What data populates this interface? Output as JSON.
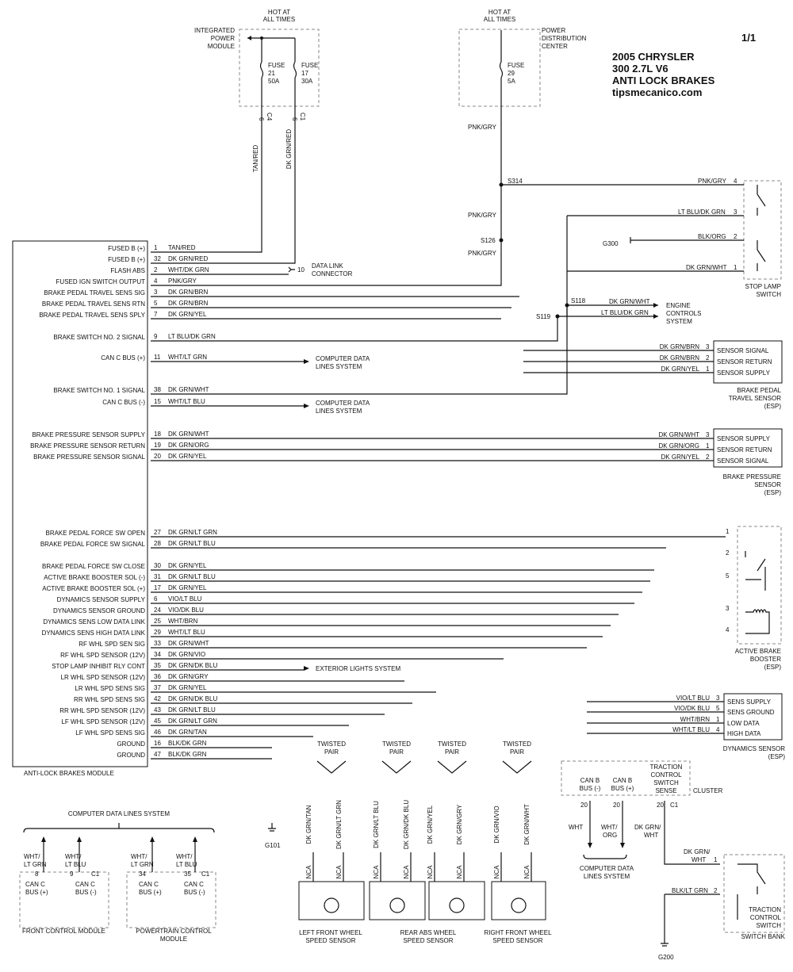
{
  "page_marker": "1/1",
  "title": [
    "2005 CHRYSLER",
    "300 2.7L V6",
    "ANTI LOCK BRAKES",
    "tipsmecanico.com"
  ],
  "power": {
    "hot_left": [
      "HOT AT",
      "ALL TIMES"
    ],
    "ipm": [
      "INTEGRATED",
      "POWER",
      "MODULE"
    ],
    "fuse21": [
      "FUSE",
      "21",
      "50A"
    ],
    "fuse17": [
      "FUSE",
      "17",
      "30A"
    ],
    "conn_c4": [
      "6",
      "C4"
    ],
    "conn_c1": [
      "6",
      "C1"
    ],
    "wire_tan_red": "TAN/RED",
    "wire_dk_grn_red": "DK GRN/RED",
    "hot_right": [
      "HOT AT",
      "ALL TIMES"
    ],
    "pdc": [
      "POWER",
      "DISTRIBUTION",
      "CENTER"
    ],
    "fuse29": [
      "FUSE",
      "29",
      "5A"
    ],
    "pnk_gry": "PNK/GRY",
    "s314": "S314",
    "s126": "S126",
    "s118": "S118",
    "s119": "S119",
    "g300": "G300"
  },
  "module": {
    "name": "ANTI-LOCK BRAKES MODULE",
    "pins": [
      {
        "label": "FUSED B (+)",
        "pin": "1",
        "wire": "TAN/RED"
      },
      {
        "label": "FUSED B (+)",
        "pin": "32",
        "wire": "DK GRN/RED"
      },
      {
        "label": "FLASH ABS",
        "pin": "2",
        "wire": "WHT/DK GRN"
      },
      {
        "label": "FUSED IGN SWITCH OUTPUT",
        "pin": "4",
        "wire": "PNK/GRY"
      },
      {
        "label": "BRAKE PEDAL TRAVEL SENS SIG",
        "pin": "3",
        "wire": "DK GRN/BRN"
      },
      {
        "label": "BRAKE PEDAL TRAVEL SENS RTN",
        "pin": "5",
        "wire": "DK GRN/BRN"
      },
      {
        "label": "BRAKE PEDAL TRAVEL SENS SPLY",
        "pin": "7",
        "wire": "DK GRN/YEL"
      },
      {
        "label": "BRAKE SWITCH NO. 2 SIGNAL",
        "pin": "9",
        "wire": "LT BLU/DK GRN"
      },
      {
        "label": "CAN C BUS (+)",
        "pin": "11",
        "wire": "WHT/LT GRN"
      },
      {
        "label": "BRAKE SWITCH NO. 1 SIGNAL",
        "pin": "38",
        "wire": "DK GRN/WHT"
      },
      {
        "label": "CAN C BUS (-)",
        "pin": "15",
        "wire": "WHT/LT BLU"
      },
      {
        "label": "BRAKE PRESSURE SENSOR SUPPLY",
        "pin": "18",
        "wire": "DK GRN/WHT"
      },
      {
        "label": "BRAKE PRESSURE SENSOR RETURN",
        "pin": "19",
        "wire": "DK GRN/ORG"
      },
      {
        "label": "BRAKE PRESSURE SENSOR SIGNAL",
        "pin": "20",
        "wire": "DK GRN/YEL"
      },
      {
        "label": "BRAKE PEDAL FORCE SW OPEN",
        "pin": "27",
        "wire": "DK GRN/LT GRN"
      },
      {
        "label": "BRAKE PEDAL FORCE SW SIGNAL",
        "pin": "28",
        "wire": "DK GRN/LT BLU"
      },
      {
        "label": "BRAKE PEDAL FORCE SW CLOSE",
        "pin": "30",
        "wire": "DK GRN/YEL"
      },
      {
        "label": "ACTIVE BRAKE BOOSTER SOL (-)",
        "pin": "31",
        "wire": "DK GRN/LT BLU"
      },
      {
        "label": "ACTIVE BRAKE BOOSTER SOL (+)",
        "pin": "17",
        "wire": "DK GRN/YEL"
      },
      {
        "label": "DYNAMICS SENSOR SUPPLY",
        "pin": "6",
        "wire": "VIO/LT BLU"
      },
      {
        "label": "DYNAMICS SENSOR GROUND",
        "pin": "24",
        "wire": "VIO/DK BLU"
      },
      {
        "label": "DYNAMICS SENS LOW DATA LINK",
        "pin": "25",
        "wire": "WHT/BRN"
      },
      {
        "label": "DYNAMICS SENS HIGH DATA LINK",
        "pin": "29",
        "wire": "WHT/LT BLU"
      },
      {
        "label": "RF WHL SPD SEN SIG",
        "pin": "33",
        "wire": "DK GRN/WHT"
      },
      {
        "label": "RF WHL SPD SENSOR (12V)",
        "pin": "34",
        "wire": "DK GRN/VIO"
      },
      {
        "label": "STOP LAMP INHIBIT RLY CONT",
        "pin": "35",
        "wire": "DK GRN/DK BLU"
      },
      {
        "label": "LR WHL SPD SENSOR (12V)",
        "pin": "36",
        "wire": "DK GRN/GRY"
      },
      {
        "label": "LR WHL SPD SENS SIG",
        "pin": "37",
        "wire": "DK GRN/YEL"
      },
      {
        "label": "RR WHL SPD SENS SIG",
        "pin": "42",
        "wire": "DK GRN/DK BLU"
      },
      {
        "label": "RR WHL SPD SENSOR (12V)",
        "pin": "43",
        "wire": "DK GRN/LT BLU"
      },
      {
        "label": "LF WHL SPD SENSOR (12V)",
        "pin": "45",
        "wire": "DK GRN/LT GRN"
      },
      {
        "label": "LF WHL SPD SENS SIG",
        "pin": "46",
        "wire": "DK GRN/TAN"
      },
      {
        "label": "GROUND",
        "pin": "16",
        "wire": "BLK/DK GRN"
      },
      {
        "label": "GROUND",
        "pin": "47",
        "wire": "BLK/DK GRN"
      }
    ]
  },
  "dlc": {
    "pin": "10",
    "label": [
      "DATA LINK",
      "CONNECTOR"
    ]
  },
  "cdl1": [
    "COMPUTER DATA",
    "LINES SYSTEM"
  ],
  "cdl2": [
    "COMPUTER DATA",
    "LINES SYSTEM"
  ],
  "ecs": {
    "wires": [
      "DK GRN/WHT",
      "LT BLU/DK GRN"
    ],
    "label": [
      "ENGINE",
      "CONTROLS",
      "SYSTEM"
    ]
  },
  "ext_lights": "EXTERIOR LIGHTS SYSTEM",
  "stop_lamp": {
    "pins": [
      {
        "wire": "PNK/GRY",
        "pin": "4"
      },
      {
        "wire": "LT BLU/DK GRN",
        "pin": "3"
      },
      {
        "wire": "BLK/ORG",
        "pin": "2"
      },
      {
        "wire": "DK GRN/WHT",
        "pin": "1"
      }
    ],
    "label": [
      "STOP LAMP",
      "SWITCH"
    ]
  },
  "travel_sensor": {
    "pins": [
      {
        "wire": "DK GRN/BRN",
        "pin": "3",
        "fn": "SENSOR SIGNAL"
      },
      {
        "wire": "DK GRN/BRN",
        "pin": "2",
        "fn": "SENSOR RETURN"
      },
      {
        "wire": "DK GRN/YEL",
        "pin": "1",
        "fn": "SENSOR SUPPLY"
      }
    ],
    "label": [
      "BRAKE PEDAL",
      "TRAVEL SENSOR",
      "(ESP)"
    ]
  },
  "pressure_sensor": {
    "pins": [
      {
        "wire": "DK GRN/WHT",
        "pin": "3",
        "fn": "SENSOR SUPPLY"
      },
      {
        "wire": "DK GRN/ORG",
        "pin": "1",
        "fn": "SENSOR RETURN"
      },
      {
        "wire": "DK GRN/YEL",
        "pin": "2",
        "fn": "SENSOR SIGNAL"
      }
    ],
    "label": [
      "BRAKE PRESSURE",
      "SENSOR",
      "(ESP)"
    ]
  },
  "booster": {
    "pins": [
      "1",
      "2",
      "5",
      "3",
      "4"
    ],
    "label": [
      "ACTIVE BRAKE",
      "BOOSTER",
      "(ESP)"
    ]
  },
  "dynamics": {
    "pins": [
      {
        "wire": "VIO/LT BLU",
        "pin": "3",
        "fn": "SENS SUPPLY"
      },
      {
        "wire": "VIO/DK BLU",
        "pin": "5",
        "fn": "SENS GROUND"
      },
      {
        "wire": "WHT/BRN",
        "pin": "1",
        "fn": "LOW DATA"
      },
      {
        "wire": "WHT/LT BLU",
        "pin": "4",
        "fn": "HIGH DATA"
      }
    ],
    "label": [
      "DYNAMICS SENSOR",
      "(ESP)"
    ]
  },
  "twisted": [
    "TWISTED",
    "PAIR"
  ],
  "wheel_sensors": [
    {
      "name": [
        "LEFT FRONT WHEEL",
        "SPEED SENSOR"
      ],
      "w2": "DK GRN/TAN",
      "w1": "DK GRN/LT GRN"
    },
    {
      "name": [
        "REAR ABS WHEEL",
        "SPEED SENSOR"
      ],
      "w2": "DK GRN/LT BLU",
      "w1": "DK GRN/DK BLU",
      "w2b": "DK GRN/YEL",
      "w1b": "DK GRN/GRY"
    },
    {
      "name": [
        "RIGHT FRONT WHEEL",
        "SPEED SENSOR"
      ],
      "w2": "DK GRN/VIO",
      "w1": "DK GRN/WHT"
    }
  ],
  "nca": "NCA",
  "g101": "G101",
  "g200": "G200",
  "cluster": {
    "cols": [
      [
        "CAN B",
        "BUS (-)"
      ],
      [
        "CAN B",
        "BUS (+)"
      ],
      [
        "TRACTION",
        "CONTROL",
        "SWITCH",
        "SENSE"
      ]
    ],
    "name": "CLUSTER",
    "pins": [
      "20",
      "20",
      "20",
      "C1"
    ],
    "wires": [
      "WHT",
      [
        "WHT/",
        "ORG"
      ],
      [
        "DK GRN/",
        "WHT"
      ]
    ],
    "cdl": [
      "COMPUTER DATA",
      "LINES SYSTEM"
    ]
  },
  "tc_switch": {
    "w1": [
      "DK GRN/",
      "WHT"
    ],
    "p1": "1",
    "w2": "BLK/LT GRN",
    "p2": "2",
    "label": [
      "TRACTION",
      "CONTROL",
      "SWITCH"
    ],
    "bank": "SWITCH BANK"
  },
  "cdl_bottom": {
    "title": "COMPUTER DATA LINES SYSTEM",
    "fcm": {
      "w1": [
        "WHT/",
        "LT GRN"
      ],
      "w2": [
        "WHT/",
        "LT BLU"
      ],
      "p1": "8",
      "p2": "9",
      "c": "C1",
      "l1": [
        "CAN C",
        "BUS (+)"
      ],
      "l2": [
        "CAN C",
        "BUS (-)"
      ],
      "name": "FRONT CONTROL MODULE"
    },
    "pcm": {
      "w1": [
        "WHT/",
        "LT GRN"
      ],
      "w2": [
        "WHT/",
        "LT BLU"
      ],
      "p1": "34",
      "p2": "35",
      "c": "C1",
      "l1": [
        "CAN C",
        "BUS (+)"
      ],
      "l2": [
        "CAN C",
        "BUS (-)"
      ],
      "name": [
        "POWERTRAIN CONTROL",
        "MODULE"
      ]
    }
  }
}
